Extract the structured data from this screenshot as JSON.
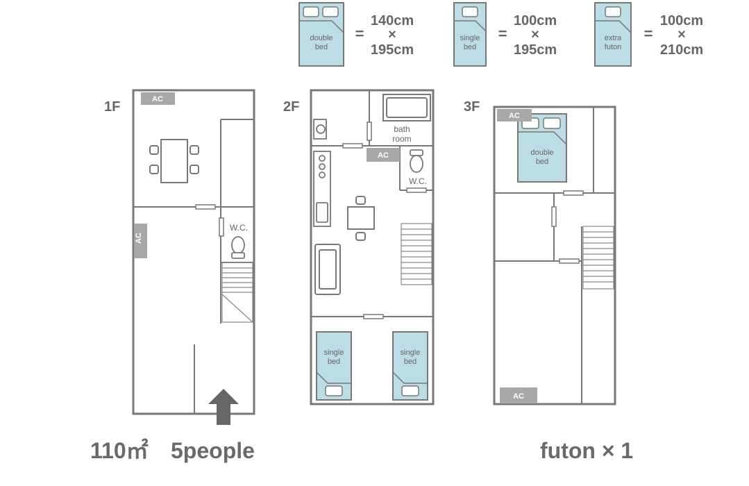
{
  "legend": [
    {
      "label_line1": "double",
      "label_line2": "bed",
      "dim_width": "140cm",
      "times": "×",
      "dim_length": "195cm",
      "equals": "="
    },
    {
      "label_line1": "single",
      "label_line2": "bed",
      "dim_width": "100cm",
      "times": "×",
      "dim_length": "195cm",
      "equals": "="
    },
    {
      "label_line1": "extra",
      "label_line2": "futon",
      "dim_width": "100cm",
      "times": "×",
      "dim_length": "210cm",
      "equals": "="
    }
  ],
  "floors": {
    "f1": {
      "label": "1F",
      "ac_top": "AC",
      "ac_left": "AC",
      "wc": "W.C."
    },
    "f2": {
      "label": "2F",
      "bath_line1": "bath",
      "bath_line2": "room",
      "ac": "AC",
      "wc": "W.C.",
      "bed_left_line1": "single",
      "bed_left_line2": "bed",
      "bed_right_line1": "single",
      "bed_right_line2": "bed"
    },
    "f3": {
      "label": "3F",
      "ac_top": "AC",
      "ac_bottom": "AC",
      "bed_line1": "double",
      "bed_line2": "bed"
    }
  },
  "footer": {
    "area": "110㎡",
    "people": "5people",
    "futon": "futon × 1"
  },
  "colors": {
    "wall": "#777777",
    "bed_fill": "#bcdce6",
    "ac_fill": "#a8a8a8",
    "text": "#666666"
  }
}
